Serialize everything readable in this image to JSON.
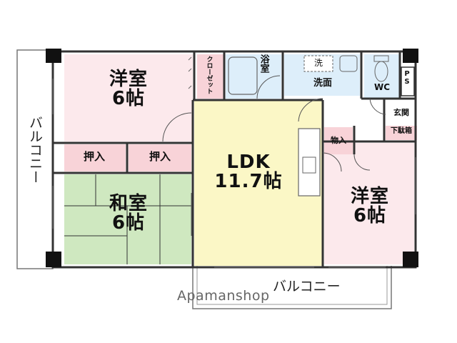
{
  "rooms": {
    "western_room_1": {
      "name": "洋室",
      "size": "6帖",
      "color": "#fce9ec"
    },
    "western_room_2": {
      "name": "洋室",
      "size": "6帖",
      "color": "#fce9ec"
    },
    "japanese_room": {
      "name": "和室",
      "size": "6帖",
      "color": "#cfe8c0"
    },
    "ldk": {
      "name": "LDK",
      "size": "11.7帖",
      "color": "#fbf7c6"
    },
    "closet_1": {
      "name": "押入",
      "color": "#f8d3d8"
    },
    "closet_2": {
      "name": "押入",
      "color": "#f8d3d8"
    },
    "storage": {
      "name": "物入",
      "color": "#f8d3d8"
    },
    "walk_closet": {
      "name": "クローゼット",
      "color": "#f8d3d8"
    },
    "shoe_box": {
      "name": "下駄箱",
      "color": "#f8d3d8"
    },
    "bath": {
      "name": "浴室",
      "color": "#ddeefa"
    },
    "washroom": {
      "name": "洗面",
      "color": "#ddeefa"
    },
    "washer": {
      "name": "洗"
    },
    "toilet": {
      "name": "WC",
      "color": "#ddeefa"
    },
    "pipe_space": {
      "name": "PS"
    },
    "entrance": {
      "name": "玄関"
    }
  },
  "balconies": {
    "left": "バルコニー",
    "bottom": "バルコニー"
  },
  "logo": {
    "text": "Apamanshop"
  }
}
